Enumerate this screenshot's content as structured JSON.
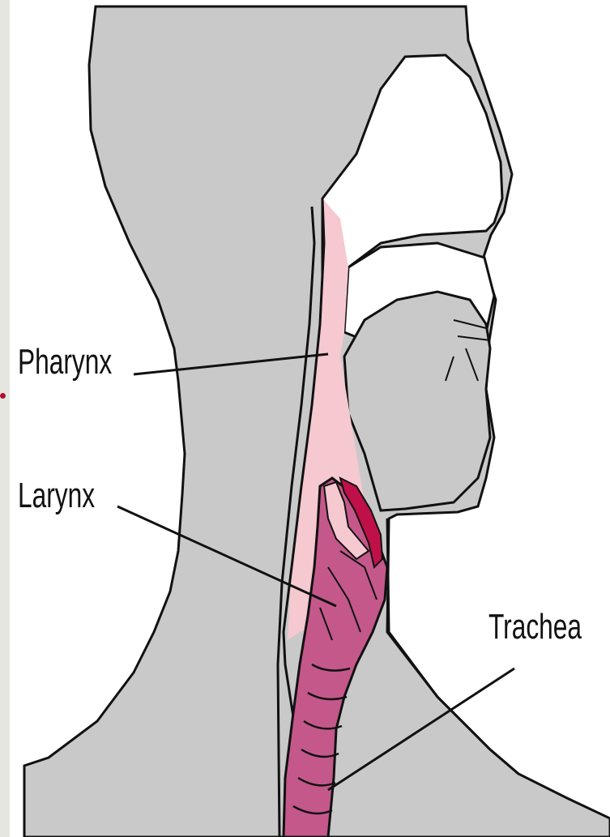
{
  "labels": {
    "pharynx": "Pharynx",
    "larynx": "Larynx",
    "trachea": "Trachea"
  },
  "colors": {
    "background": "#ffffff",
    "head_fill": "#c9c9c9",
    "outline": "#111111",
    "pharynx_fill": "#f6c8d0",
    "larynx_fill": "#c4588a",
    "epiglottis_fill": "#c0104a",
    "side_strip": "#e6e6e0",
    "bullet": "#b01030"
  }
}
